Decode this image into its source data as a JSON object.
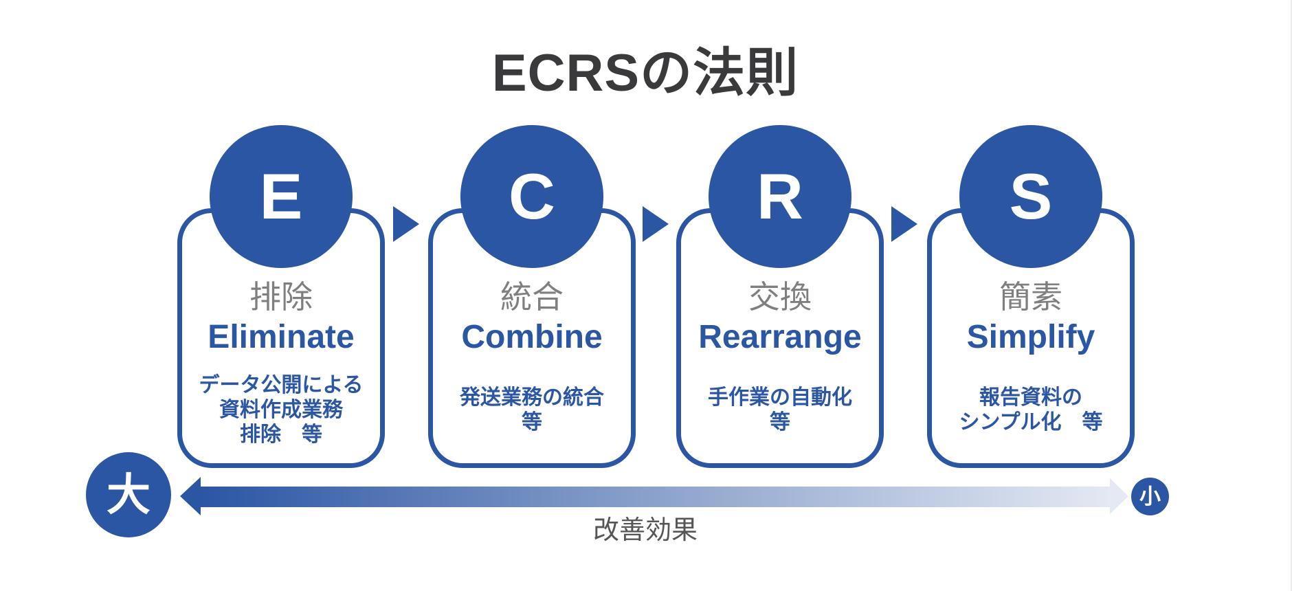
{
  "title": "ECRSの法則",
  "accent_color": "#2b56a4",
  "gray_text_color": "#7f7f7f",
  "cards": [
    {
      "letter": "E",
      "jp": "排除",
      "en": "Eliminate",
      "desc": [
        "データ公開による",
        "資料作成業務",
        "排除　等"
      ]
    },
    {
      "letter": "C",
      "jp": "統合",
      "en": "Combine",
      "desc": [
        "発送業務の統合",
        "等"
      ]
    },
    {
      "letter": "R",
      "jp": "交換",
      "en": "Rearrange",
      "desc": [
        "手作業の自動化",
        "等"
      ]
    },
    {
      "letter": "S",
      "jp": "簡素",
      "en": "Simplify",
      "desc": [
        "報告資料の",
        "シンプル化　等"
      ]
    }
  ],
  "effect_scale": {
    "left_label": "大",
    "right_label": "小",
    "axis_label": "改善効果"
  }
}
